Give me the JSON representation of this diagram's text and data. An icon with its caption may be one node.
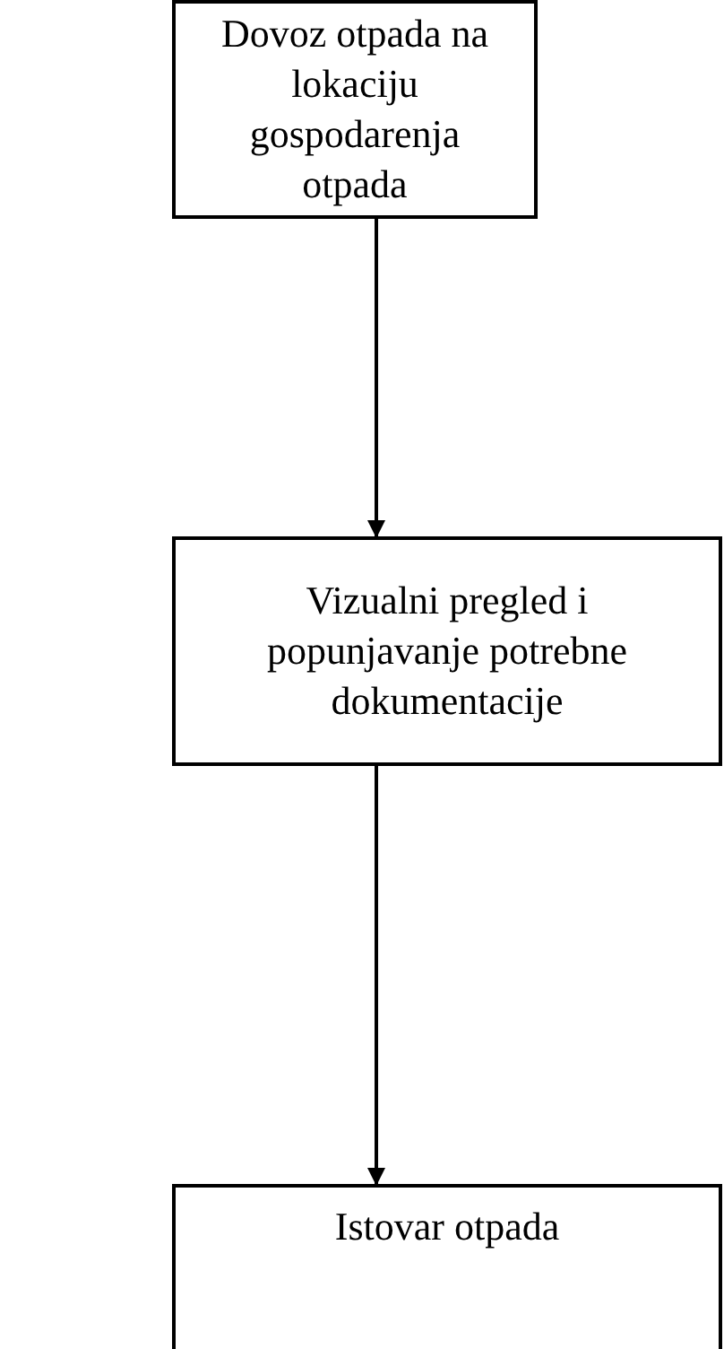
{
  "diagram": {
    "nodes": [
      {
        "text": [
          "Dovoz otpada na lokaciju gospodarenja otpada"
        ]
      },
      {
        "text": [
          "Vizualni pregled i popunjavanje potrebne dokumentacije"
        ]
      },
      {
        "text": [
          "Istovar otpada"
        ]
      }
    ],
    "edges": [
      {
        "from": 0,
        "to": 1,
        "arrow": "to"
      },
      {
        "from": 1,
        "to": 2,
        "arrow": "to"
      }
    ]
  }
}
